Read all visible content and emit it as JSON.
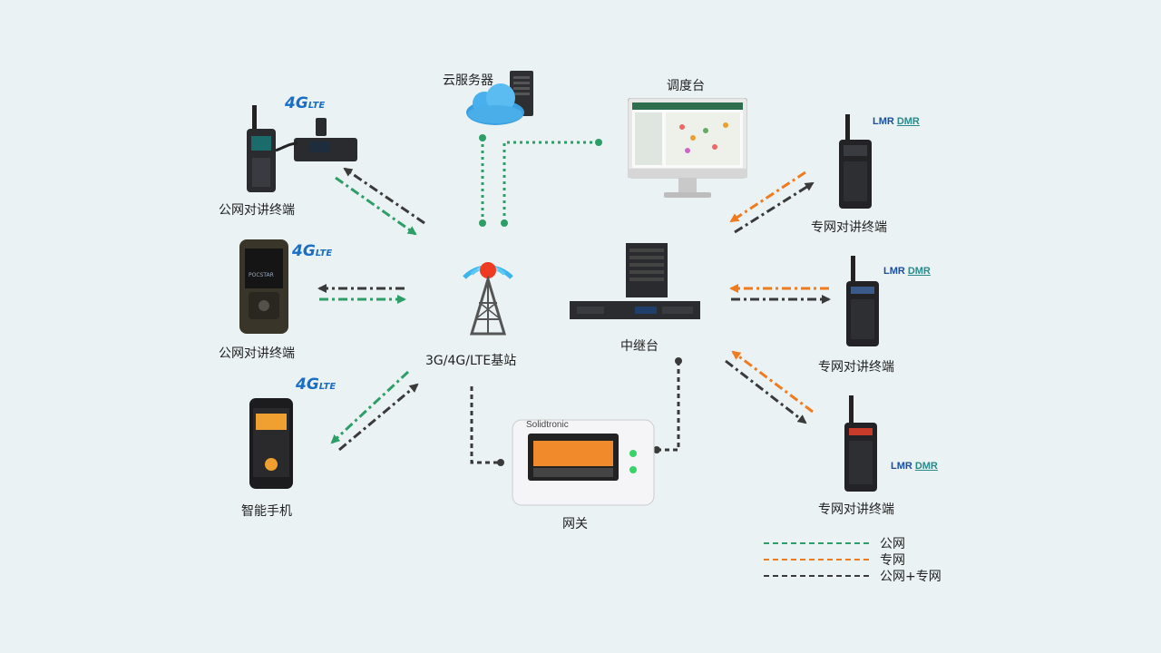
{
  "nodes": {
    "cloud": "云服务器",
    "dispatch": "调度台",
    "base_station": "3G/4G/LTE基站",
    "repeater": "中继台",
    "gateway": "网关",
    "gateway_brand": "Solidtronic",
    "public_terminal_1": "公网对讲终端",
    "public_terminal_2": "公网对讲终端",
    "smartphone": "智能手机",
    "private_terminal_1": "专网对讲终端",
    "private_terminal_2": "专网对讲终端",
    "private_terminal_3": "专网对讲终端"
  },
  "badges": {
    "lte_main": "4G",
    "lte_sub": "LTE",
    "lmr": "LMR",
    "dmr": "DMR",
    "pocstar": "POCSTAR"
  },
  "legend": [
    {
      "label": "公网",
      "color": "#2e9e68"
    },
    {
      "label": "专网",
      "color": "#f07a1e"
    },
    {
      "label": "公网+专网",
      "color": "#3a3a3a"
    }
  ],
  "colors": {
    "public": "#2e9e68",
    "private": "#f07a1e",
    "both": "#3a3a3a",
    "background": "#eaf2f3"
  }
}
